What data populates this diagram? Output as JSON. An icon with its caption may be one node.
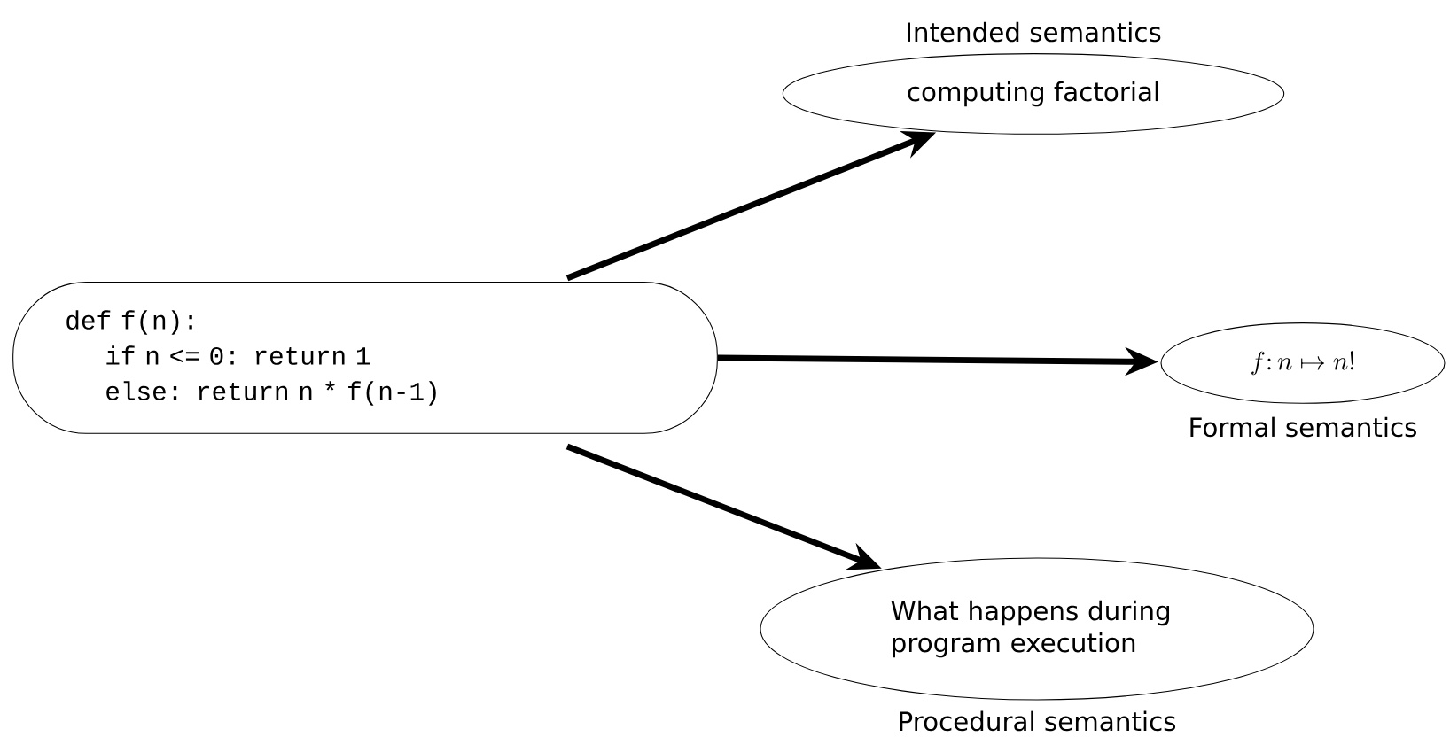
{
  "diagram": {
    "nodes": [
      {
        "text": [
          "def f(n):",
          "  if n <= 0: return 1",
          "  else: return n * f(n-1)"
        ]
      },
      {
        "text": [
          "computing factorial"
        ],
        "beside": [
          "Intended semantics"
        ]
      },
      {
        "text": [
          "f\\colon n \\mapsto n!"
        ],
        "beside": [
          "Formal semantics"
        ]
      },
      {
        "text": [
          "What happens during program execution"
        ],
        "beside": [
          "Procedural semantics"
        ]
      }
    ],
    "edges": [
      {
        "from": 0,
        "to": 1,
        "arrow": "to"
      },
      {
        "from": 0,
        "to": 2,
        "arrow": "to"
      },
      {
        "from": 0,
        "to": 3,
        "arrow": "to"
      }
    ]
  }
}
